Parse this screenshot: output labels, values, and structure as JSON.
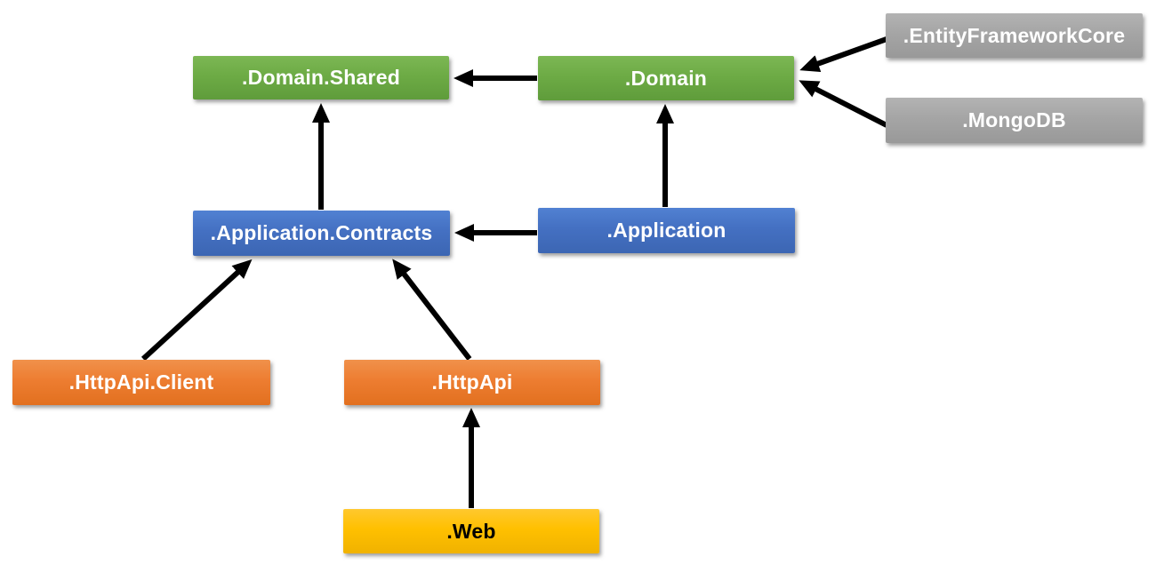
{
  "nodes": {
    "domain_shared": {
      "label": ".Domain.Shared",
      "color_role": "green"
    },
    "domain": {
      "label": ".Domain",
      "color_role": "green"
    },
    "entity_framework_core": {
      "label": ".EntityFrameworkCore",
      "color_role": "gray"
    },
    "mongodb": {
      "label": ".MongoDB",
      "color_role": "gray"
    },
    "application_contracts": {
      "label": ".Application.Contracts",
      "color_role": "blue"
    },
    "application": {
      "label": ".Application",
      "color_role": "blue"
    },
    "httpapi_client": {
      "label": ".HttpApi.Client",
      "color_role": "orange"
    },
    "httpapi": {
      "label": ".HttpApi",
      "color_role": "orange"
    },
    "web": {
      "label": ".Web",
      "color_role": "yellow"
    }
  },
  "edges": [
    {
      "from": "domain",
      "to": "domain_shared"
    },
    {
      "from": "entity_framework_core",
      "to": "domain"
    },
    {
      "from": "mongodb",
      "to": "domain"
    },
    {
      "from": "application_contracts",
      "to": "domain_shared"
    },
    {
      "from": "application",
      "to": "domain"
    },
    {
      "from": "application",
      "to": "application_contracts"
    },
    {
      "from": "httpapi_client",
      "to": "application_contracts"
    },
    {
      "from": "httpapi",
      "to": "application_contracts"
    },
    {
      "from": "web",
      "to": "httpapi"
    }
  ],
  "colors": {
    "green": "#70AD47",
    "blue": "#4472C4",
    "gray": "#A5A5A5",
    "orange": "#ED7D31",
    "yellow": "#FFC000",
    "arrow": "#000000",
    "background": "#FFFFFF"
  }
}
